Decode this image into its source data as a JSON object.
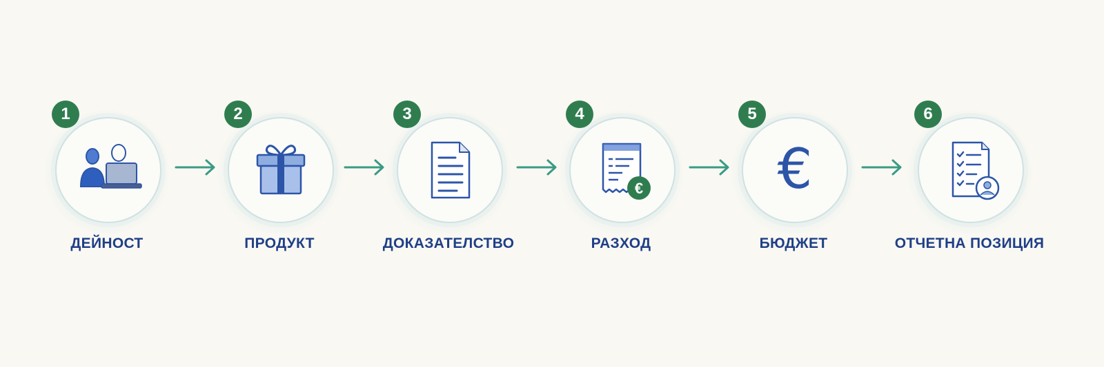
{
  "colors": {
    "background": "#f9f8f3",
    "label_text": "#1f3f86",
    "badge_fill": "#2f7d4f",
    "arrow": "#3a9a85",
    "icon_blue": "#2c55a8",
    "icon_light_blue": "#8eaee0"
  },
  "steps": [
    {
      "number": "1",
      "label": "ДЕЙНОСТ",
      "icon": "people-with-laptop-icon"
    },
    {
      "number": "2",
      "label": "ПРОДУКТ",
      "icon": "gift-box-icon"
    },
    {
      "number": "3",
      "label": "ДОКАЗАТЕЛСТВО",
      "icon": "document-icon"
    },
    {
      "number": "4",
      "label": "РАЗХОД",
      "icon": "receipt-euro-icon"
    },
    {
      "number": "5",
      "label": "БЮДЖЕТ",
      "icon": "euro-icon"
    },
    {
      "number": "6",
      "label": "ОТЧЕТНА ПОЗИЦИЯ",
      "icon": "checklist-report-icon"
    }
  ],
  "euro_symbol": "€"
}
